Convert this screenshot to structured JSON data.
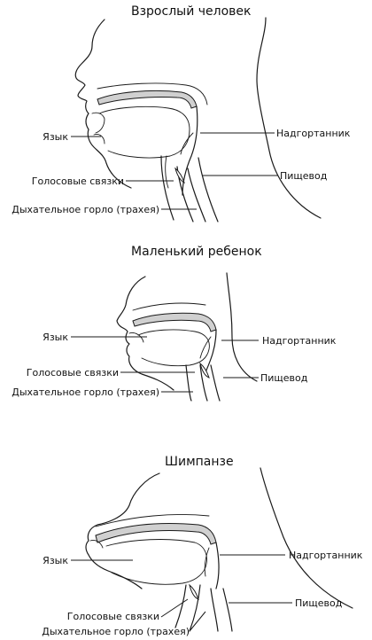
{
  "panels": [
    {
      "title": "Взрослый человек",
      "labels": {
        "tongue": "Язык",
        "epiglottis": "Надгортанник",
        "vocal_cords": "Голосовые связки",
        "esophagus": "Пищевод",
        "trachea": "Дыхательное горло (трахея)"
      }
    },
    {
      "title": "Маленький ребенок",
      "labels": {
        "tongue": "Язык",
        "epiglottis": "Надгортанник",
        "vocal_cords": "Голосовые связки",
        "esophagus": "Пищевод",
        "trachea": "Дыхательное горло (трахея)"
      }
    },
    {
      "title": "Шимпанзе",
      "labels": {
        "tongue": "Язык",
        "epiglottis": "Надгортанник",
        "vocal_cords": "Голосовые связки",
        "esophagus": "Пищевод",
        "trachea": "Дыхательное горло (трахея)"
      }
    }
  ]
}
